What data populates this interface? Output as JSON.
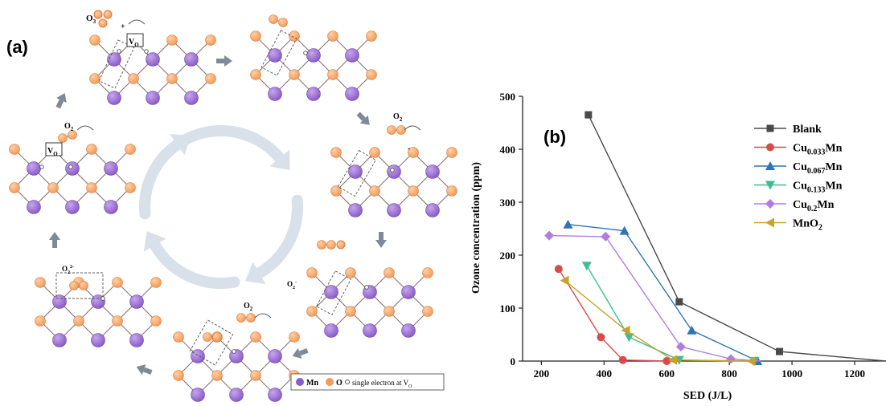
{
  "panel_a": {
    "tag": "(a)",
    "legend": {
      "mn": "Mn",
      "o": "O",
      "electron": "single electron at V"
    },
    "colors": {
      "mn": "#8a5cc6",
      "mn_light": "#c6a6ee",
      "o": "#f39a5a",
      "o_light": "#ffd0a6",
      "bond": "#8c6f6f",
      "cycle_arrow": "#d8e0ea",
      "step_arrow": "#7f8a99"
    },
    "labels": {
      "s1_species": "O",
      "s1_sub": "3",
      "s1_plus": "+",
      "vacancy": "V",
      "vacancy_sub": "O",
      "s2_species": "O",
      "s2_sub": "2",
      "s2_charge": "-",
      "s4_species": "O",
      "s4_sub": "2",
      "s4_charge": "-",
      "s5_species": "O",
      "s5_sub": "2",
      "s6_species": "O",
      "s6_sub": "2",
      "s6_charge": "2-",
      "s7_species": "O",
      "s7_sub": "2"
    }
  },
  "panel_b": {
    "tag": "(b)"
  },
  "chart_data": {
    "type": "line",
    "xlabel": "SED (J/L)",
    "ylabel": "Ozone concentration (ppm)",
    "xlim": [
      140,
      1300
    ],
    "ylim": [
      0,
      500
    ],
    "x_ticks": [
      200,
      400,
      600,
      800,
      1000,
      1200
    ],
    "y_ticks": [
      0,
      100,
      200,
      300,
      400,
      500
    ],
    "legend_position": "top-right",
    "grid": false,
    "series": [
      {
        "name": "Blank",
        "name_base": "Blank",
        "sub": "",
        "name_tail": "",
        "color": "#4a4a4a",
        "marker": "square",
        "points": [
          [
            350,
            465
          ],
          [
            640,
            112
          ],
          [
            960,
            18
          ],
          [
            1300,
            0
          ]
        ]
      },
      {
        "name": "Cu0.033Mn",
        "name_base": "Cu",
        "sub": "0.033",
        "name_tail": "Mn",
        "color": "#d84b4b",
        "marker": "circle",
        "points": [
          [
            255,
            174
          ],
          [
            390,
            45
          ],
          [
            460,
            2
          ],
          [
            600,
            0
          ]
        ]
      },
      {
        "name": "Cu0.067Mn",
        "name_base": "Cu",
        "sub": "0.067",
        "name_tail": "Mn",
        "color": "#2f74b5",
        "marker": "triangle-up",
        "points": [
          [
            285,
            258
          ],
          [
            465,
            246
          ],
          [
            680,
            58
          ],
          [
            890,
            0
          ]
        ]
      },
      {
        "name": "Cu0.133Mn",
        "name_base": "Cu",
        "sub": "0.133",
        "name_tail": "Mn",
        "color": "#3dbd8f",
        "marker": "triangle-down",
        "points": [
          [
            345,
            180
          ],
          [
            480,
            45
          ],
          [
            640,
            2
          ],
          [
            880,
            0
          ]
        ]
      },
      {
        "name": "Cu0.2Mn",
        "name_base": "Cu",
        "sub": "0.2",
        "name_tail": "Mn",
        "color": "#b07ee0",
        "marker": "diamond",
        "points": [
          [
            225,
            237
          ],
          [
            405,
            235
          ],
          [
            645,
            27
          ],
          [
            805,
            4
          ],
          [
            900,
            0
          ]
        ]
      },
      {
        "name": "MnO2",
        "name_base": "MnO",
        "sub": "2",
        "name_tail": "",
        "color": "#c9a22a",
        "marker": "triangle-left",
        "points": [
          [
            275,
            152
          ],
          [
            470,
            58
          ],
          [
            620,
            2
          ],
          [
            870,
            0
          ]
        ]
      }
    ]
  }
}
